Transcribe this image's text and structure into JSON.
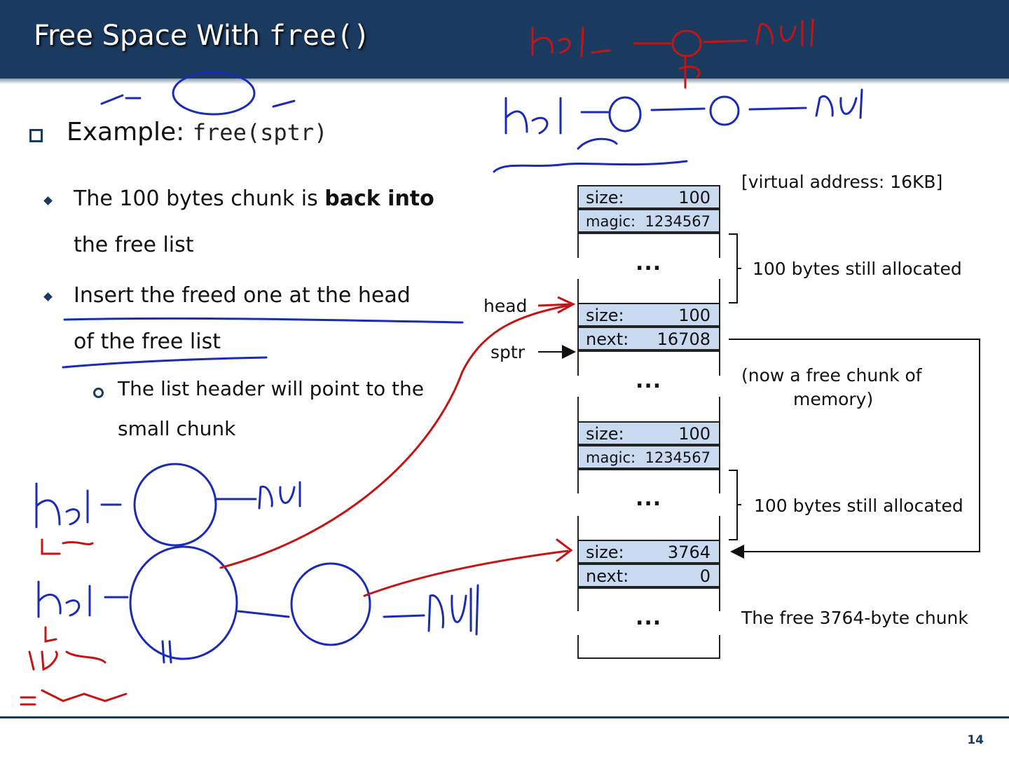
{
  "title": {
    "text": "Free Space With ",
    "code": "free()"
  },
  "example": {
    "label": "Example: ",
    "code": "free(sptr)"
  },
  "bullets": [
    {
      "line1_pre": "The 100 bytes chunk is ",
      "line1_bold": "back into",
      "line2": "the free list"
    },
    {
      "line1": "Insert the freed one at the head",
      "line2": "of the free list"
    }
  ],
  "sub_bullet": {
    "line1": "The list header will point to the",
    "line2": "small chunk"
  },
  "memory": {
    "blocks": [
      {
        "size_key": "size:",
        "size_val": "100",
        "second_key": "magic:",
        "second_val": "1234567"
      },
      {
        "size_key": "size:",
        "size_val": "100",
        "second_key": "next:",
        "second_val": "16708"
      },
      {
        "size_key": "size:",
        "size_val": "100",
        "second_key": "magic:",
        "second_val": "1234567"
      },
      {
        "size_key": "size:",
        "size_val": "3764",
        "second_key": "next:",
        "second_val": "0"
      }
    ],
    "ellipsis": "..."
  },
  "labels": {
    "virtual_address": "[virtual address: 16KB]",
    "allocated_1": "100 bytes still allocated",
    "free_chunk_line1": "(now a free chunk of",
    "free_chunk_line2": "memory)",
    "allocated_2": "100 bytes still allocated",
    "free_3764": "The free 3764-byte chunk",
    "head": "head",
    "sptr": "sptr"
  },
  "page_number": "14",
  "colors": {
    "title_bar": "#1b3a5f",
    "cell_fill": "#c9d9f0",
    "ink_blue": "#1a2bb5",
    "ink_red": "#c41414"
  }
}
